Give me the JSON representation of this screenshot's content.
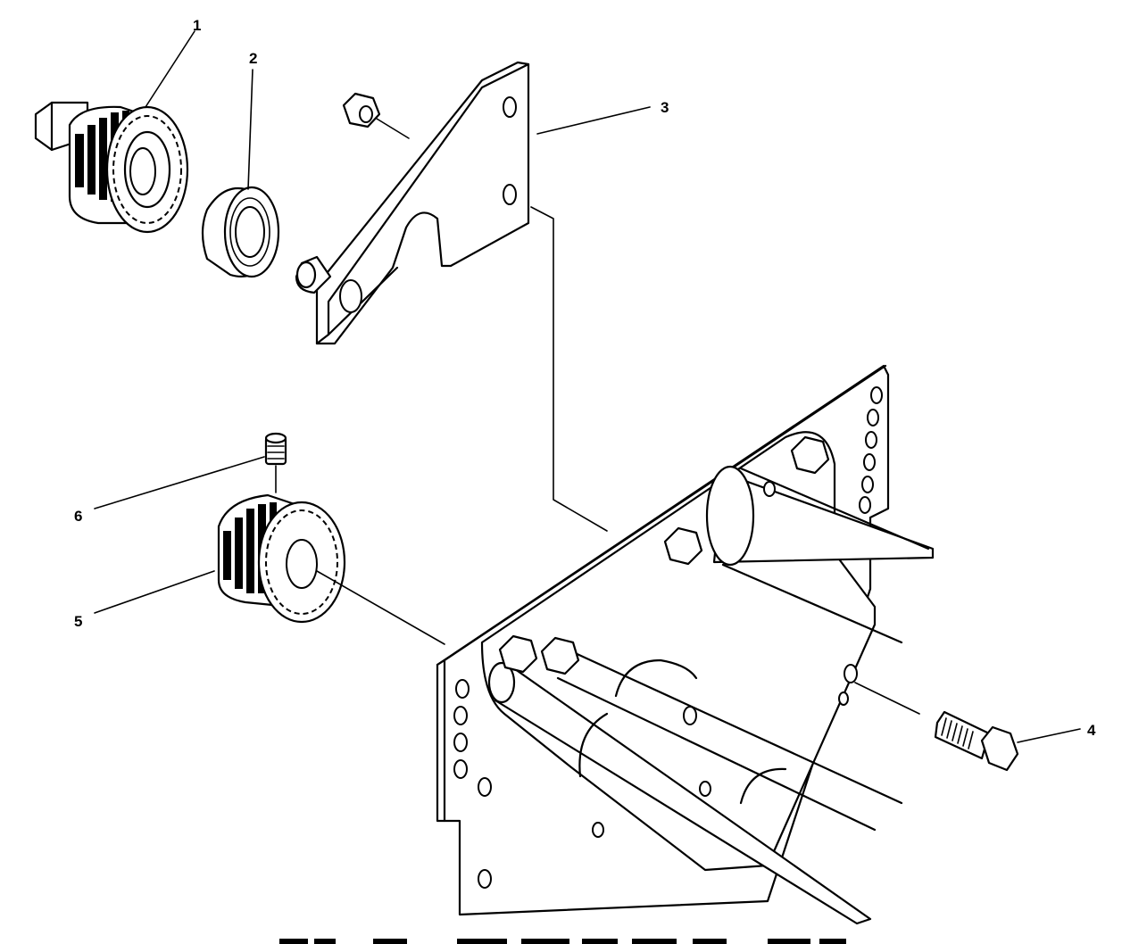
{
  "figure": {
    "callouts": [
      {
        "id": "1",
        "label": "1",
        "part": "pinion-gear"
      },
      {
        "id": "2",
        "label": "2",
        "part": "ball-bearing"
      },
      {
        "id": "3",
        "label": "3",
        "part": "mounting-bracket"
      },
      {
        "id": "4",
        "label": "4",
        "part": "hex-bolt"
      },
      {
        "id": "5",
        "label": "5",
        "part": "spur-gear"
      },
      {
        "id": "6",
        "label": "6",
        "part": "set-screw"
      }
    ],
    "colors": {
      "ink": "#000000",
      "paper": "#ffffff"
    }
  }
}
